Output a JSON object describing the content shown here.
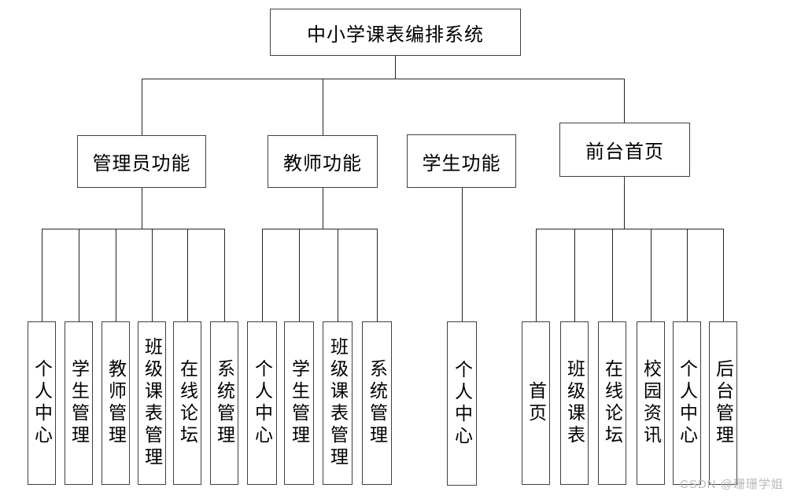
{
  "diagram": {
    "root": "中小学课表编排系统",
    "branches": [
      {
        "label": "管理员功能",
        "children": [
          "个人中心",
          "学生管理",
          "教师管理",
          "班级课表管理",
          "在线论坛",
          "系统管理"
        ]
      },
      {
        "label": "教师功能",
        "children": [
          "个人中心",
          "学生管理",
          "班级课表管理",
          "系统管理"
        ]
      },
      {
        "label": "学生功能",
        "children": [
          "个人中心"
        ]
      },
      {
        "label": "前台首页",
        "children": [
          "首页",
          "班级课表",
          "在线论坛",
          "校园资讯",
          "个人中心",
          "后台管理"
        ]
      }
    ]
  },
  "watermark": {
    "text": "CSDN @珊珊学姐"
  },
  "colors": {
    "background": "#ffffff",
    "box_border": "#404040",
    "line": "#262626",
    "text": "#000000",
    "watermark": "#b9b9b9"
  }
}
